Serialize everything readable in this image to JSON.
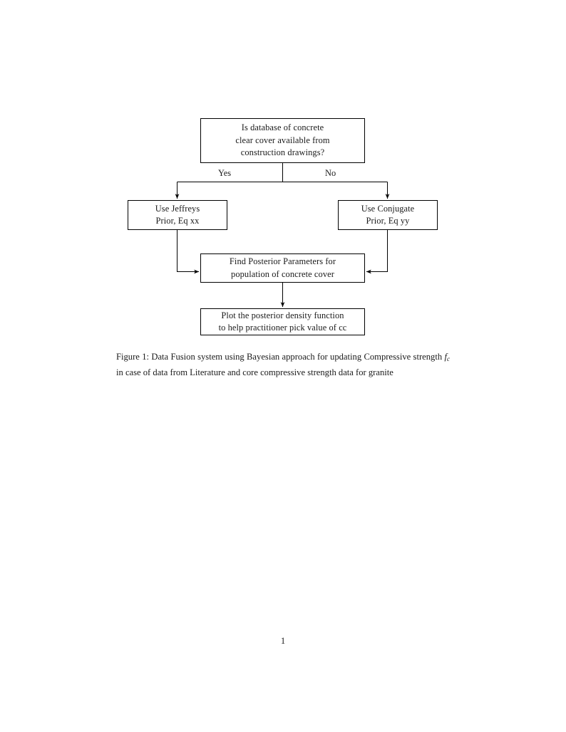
{
  "document": {
    "page_number": "1",
    "background_color": "#ffffff",
    "text_color": "#1a1a1a",
    "line_color": "#000000"
  },
  "figure": {
    "type": "flowchart",
    "nodes": [
      {
        "id": "question",
        "shape": "rectangle",
        "lines": [
          "Is database of concrete",
          "clear cover available from",
          "construction drawings?"
        ]
      },
      {
        "id": "jeffreys",
        "shape": "rectangle",
        "lines": [
          "Use Jeffreys",
          "Prior, Eq xx"
        ]
      },
      {
        "id": "conjugate",
        "shape": "rectangle",
        "lines": [
          "Use Conjugate",
          "Prior, Eq yy"
        ]
      },
      {
        "id": "posterior",
        "shape": "rectangle",
        "lines": [
          "Find Posterior Parameters for",
          "population of concrete cover"
        ]
      },
      {
        "id": "plot",
        "shape": "rectangle",
        "lines": [
          "Plot the posterior density function",
          "to help practitioner pick value of cc"
        ]
      }
    ],
    "edges": [
      {
        "id": "yes-branch",
        "from": "question",
        "to": "jeffreys",
        "label": "Yes"
      },
      {
        "id": "no-branch",
        "from": "question",
        "to": "conjugate",
        "label": "No"
      },
      {
        "id": "jeffreys-to-posterior",
        "from": "jeffreys",
        "to": "posterior",
        "label": ""
      },
      {
        "id": "conjugate-to-posterior",
        "from": "conjugate",
        "to": "posterior",
        "label": ""
      },
      {
        "id": "posterior-to-plot",
        "from": "posterior",
        "to": "plot",
        "label": ""
      }
    ]
  },
  "caption": {
    "label": "Figure 1:",
    "text_before_math": " Data Fusion system using Bayesian approach for updating Compressive strength ",
    "math_symbol": "f",
    "math_subscript": "c",
    "text_after_math": " in case of data from Literature and core compressive strength data for granite"
  }
}
